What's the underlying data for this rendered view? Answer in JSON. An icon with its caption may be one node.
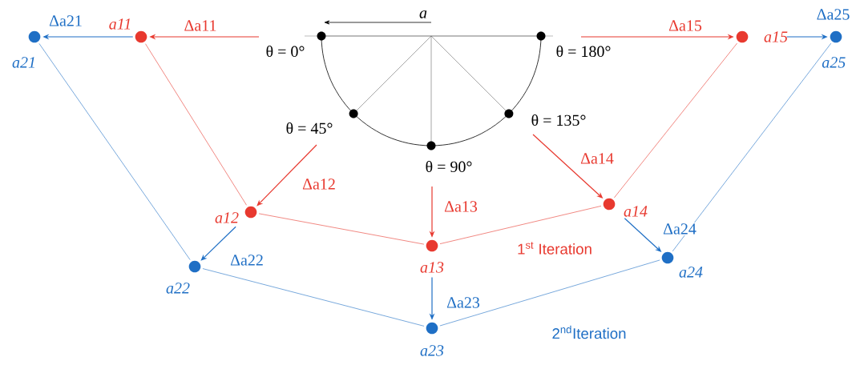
{
  "diagram": {
    "nodes": [
      {
        "text": [],
        "shape": "circle",
        "beside": [
          "a11"
        ]
      },
      {
        "text": [],
        "shape": "circle",
        "beside": [
          "a12"
        ]
      },
      {
        "text": [],
        "shape": "circle",
        "beside": [
          "a13"
        ]
      },
      {
        "text": [],
        "shape": "circle",
        "beside": [
          "a14"
        ]
      },
      {
        "text": [],
        "shape": "circle",
        "beside": [
          "a15"
        ]
      },
      {
        "text": [],
        "shape": "circle",
        "beside": [
          "a21"
        ]
      },
      {
        "text": [],
        "shape": "circle",
        "beside": [
          "a22"
        ]
      },
      {
        "text": [],
        "shape": "circle",
        "beside": [
          "a23"
        ]
      },
      {
        "text": [],
        "shape": "circle",
        "beside": [
          "a24"
        ]
      },
      {
        "text": [],
        "shape": "circle",
        "beside": [
          "a25"
        ]
      }
    ],
    "edges": [
      {
        "from": null,
        "to": 0,
        "arrow": "to",
        "label": "Δa11",
        "color": "#e8392f"
      },
      {
        "from": null,
        "to": 1,
        "arrow": "to",
        "label": "Δa12",
        "color": "#e8392f"
      },
      {
        "from": null,
        "to": 2,
        "arrow": "to",
        "label": "Δa13",
        "color": "#e8392f"
      },
      {
        "from": null,
        "to": 3,
        "arrow": "to",
        "label": "Δa14",
        "color": "#e8392f"
      },
      {
        "from": null,
        "to": 4,
        "arrow": "to",
        "label": "Δa15",
        "color": "#e8392f"
      },
      {
        "from": 0,
        "to": 5,
        "arrow": "to",
        "label": "Δa21",
        "color": "#1f6fc5"
      },
      {
        "from": 1,
        "to": 6,
        "arrow": "to",
        "label": "Δa22",
        "color": "#1f6fc5"
      },
      {
        "from": 2,
        "to": 7,
        "arrow": "to",
        "label": "Δa23",
        "color": "#1f6fc5"
      },
      {
        "from": 3,
        "to": 8,
        "arrow": "to",
        "label": "Δa24",
        "color": "#1f6fc5"
      },
      {
        "from": 4,
        "to": 9,
        "arrow": "to",
        "label": "Δa25",
        "color": "#1f6fc5"
      },
      {
        "from": 0,
        "to": 1,
        "arrow": "none",
        "color": "#e8392f"
      },
      {
        "from": 1,
        "to": 2,
        "arrow": "none",
        "color": "#e8392f"
      },
      {
        "from": 2,
        "to": 3,
        "arrow": "none",
        "color": "#e8392f"
      },
      {
        "from": 3,
        "to": 4,
        "arrow": "none",
        "color": "#e8392f"
      },
      {
        "from": 5,
        "to": 6,
        "arrow": "none",
        "color": "#1f6fc5"
      },
      {
        "from": 6,
        "to": 7,
        "arrow": "none",
        "color": "#1f6fc5"
      },
      {
        "from": 7,
        "to": 8,
        "arrow": "none",
        "color": "#1f6fc5"
      },
      {
        "from": 8,
        "to": 9,
        "arrow": "none",
        "color": "#1f6fc5"
      }
    ],
    "labels": [
      "a",
      "θ = 0°",
      "θ = 45°",
      "θ = 90°",
      "θ = 135°",
      "θ = 180°",
      "1$^{st}$ Iteration",
      "2$^{nd}$Iteration"
    ]
  }
}
